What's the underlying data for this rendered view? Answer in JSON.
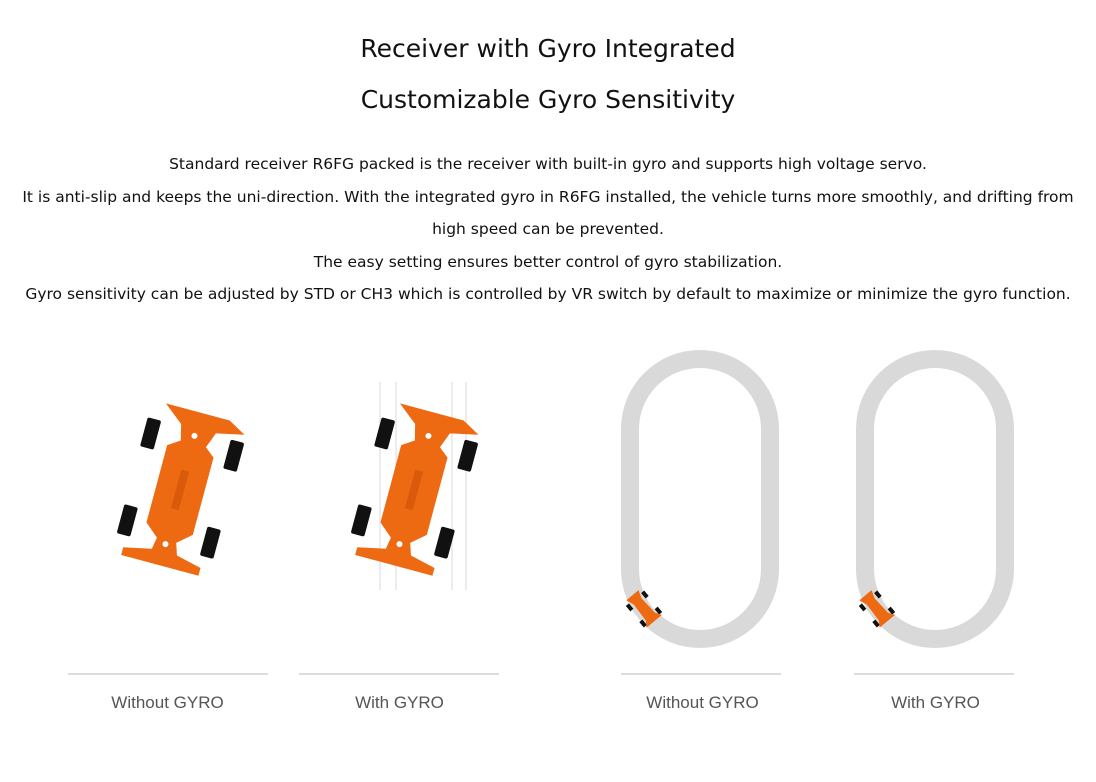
{
  "headings": {
    "line1": "Receiver with Gyro Integrated",
    "line2": "Customizable Gyro Sensitivity"
  },
  "description": [
    "Standard receiver R6FG packed is the receiver with built-in gyro and supports high voltage servo.",
    "It is anti-slip and keeps the uni-direction. With the integrated gyro in R6FG installed, the vehicle turns more smoothly, and drifting from",
    "high speed can be prevented.",
    "The easy setting ensures better control of gyro stabilization.",
    "Gyro sensitivity can be adjusted by STD or CH3 which is controlled by VR switch by default to maximize or minimize the gyro function."
  ],
  "figures": [
    {
      "caption": "Without GYRO",
      "scene": "straight-drive",
      "gyro": false
    },
    {
      "caption": "With GYRO",
      "scene": "straight-drive",
      "gyro": true
    },
    {
      "caption": "Without GYRO",
      "scene": "oval-track",
      "gyro": false
    },
    {
      "caption": "With GYRO",
      "scene": "oval-track",
      "gyro": true
    }
  ],
  "colors": {
    "car_body": "#ee6a12",
    "tire": "#111111",
    "track": "#d9d9d9",
    "divider": "#dcdcdc",
    "caption": "#555555"
  }
}
